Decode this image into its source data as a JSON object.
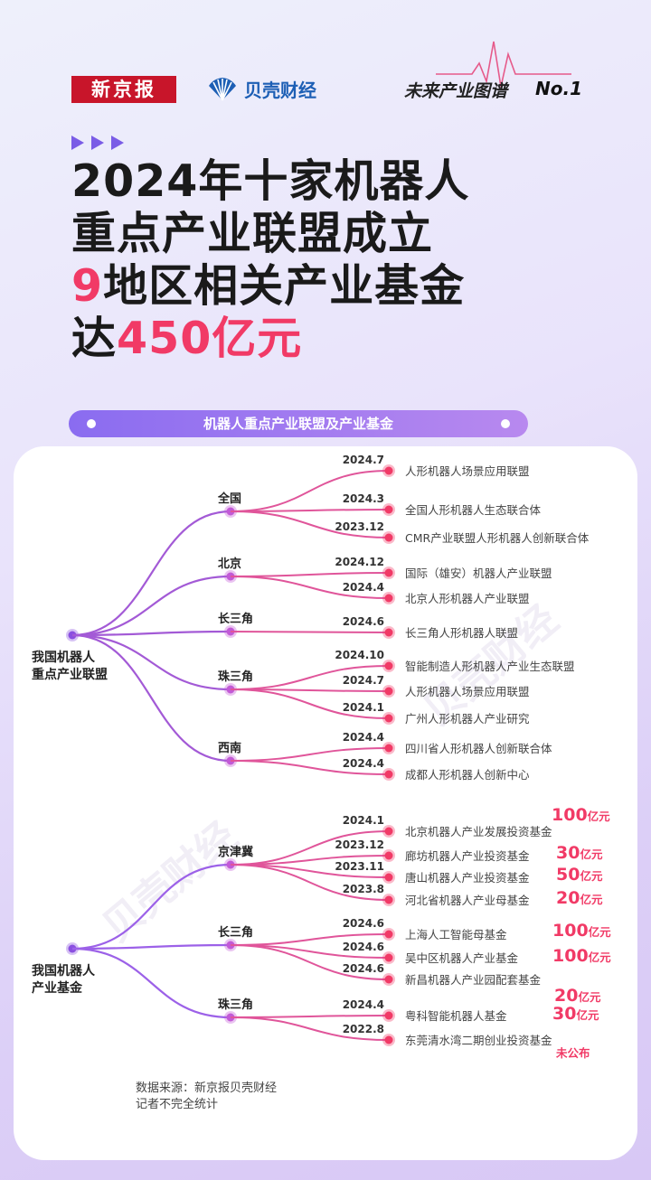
{
  "brand": {
    "newspaper": "新京报",
    "finance": "贝壳财经",
    "series": "未来产业图谱",
    "series_no": "No.1"
  },
  "headline": {
    "line1": "2024年十家机器人",
    "line2": "重点产业联盟成立",
    "line3_red": "9",
    "line3_rest": "地区相关产业基金",
    "line4_prefix": "达",
    "line4_red": "450亿元"
  },
  "banner": "机器人重点产业联盟及产业基金",
  "colors": {
    "accent_red": "#f13a66",
    "accent_purple": "#8a4fe0",
    "alliance_line": "#a35ad6",
    "fund_line": "#9c61e8"
  },
  "alliances": {
    "root": [
      "我国机器人",
      "重点产业联盟"
    ],
    "groups": [
      {
        "region": "全国",
        "items": [
          {
            "date": "2024.7",
            "name": "人形机器人场景应用联盟"
          },
          {
            "date": "2024.3",
            "name": "全国人形机器人生态联合体"
          },
          {
            "date": "2023.12",
            "name": "CMR产业联盟人形机器人创新联合体"
          }
        ]
      },
      {
        "region": "北京",
        "items": [
          {
            "date": "2024.12",
            "name": "国际（雄安）机器人产业联盟"
          },
          {
            "date": "2024.4",
            "name": "北京人形机器人产业联盟"
          }
        ]
      },
      {
        "region": "长三角",
        "items": [
          {
            "date": "2024.6",
            "name": "长三角人形机器人联盟"
          }
        ]
      },
      {
        "region": "珠三角",
        "items": [
          {
            "date": "2024.10",
            "name": "智能制造人形机器人产业生态联盟"
          },
          {
            "date": "2024.7",
            "name": "人形机器人场景应用联盟"
          },
          {
            "date": "2024.1",
            "name": "广州人形机器人产业研究"
          }
        ]
      },
      {
        "region": "西南",
        "items": [
          {
            "date": "2024.4",
            "name": "四川省人形机器人创新联合体"
          },
          {
            "date": "2024.4",
            "name": "成都人形机器人创新中心"
          }
        ]
      }
    ]
  },
  "funds": {
    "root": [
      "我国机器人",
      "产业基金"
    ],
    "groups": [
      {
        "region": "京津冀",
        "items": [
          {
            "date": "2024.1",
            "name": "北京机器人产业发展投资基金",
            "amount": "100",
            "unit": "亿元"
          },
          {
            "date": "2023.12",
            "name": "廊坊机器人产业投资基金",
            "amount": "30",
            "unit": "亿元"
          },
          {
            "date": "2023.11",
            "name": "唐山机器人产业投资基金",
            "amount": "50",
            "unit": "亿元"
          },
          {
            "date": "2023.8",
            "name": "河北省机器人产业母基金",
            "amount": "20",
            "unit": "亿元"
          }
        ]
      },
      {
        "region": "长三角",
        "items": [
          {
            "date": "2024.6",
            "name": "上海人工智能母基金",
            "amount": "100",
            "unit": "亿元"
          },
          {
            "date": "2024.6",
            "name": "吴中区机器人产业基金",
            "amount": "100",
            "unit": "亿元"
          },
          {
            "date": "2024.6",
            "name": "新昌机器人产业园配套基金",
            "amount": "20",
            "unit": "亿元"
          }
        ]
      },
      {
        "region": "珠三角",
        "items": [
          {
            "date": "2024.4",
            "name": "粤科智能机器人基金",
            "amount": "30",
            "unit": "亿元"
          },
          {
            "date": "2022.8",
            "name": "东莞清水湾二期创业投资基金",
            "amount": "",
            "unit": "",
            "note": "未公布"
          }
        ]
      }
    ]
  },
  "footnote": {
    "source": "数据来源：新京报贝壳财经",
    "note": "记者不完全统计"
  },
  "watermark": "贝壳财经"
}
